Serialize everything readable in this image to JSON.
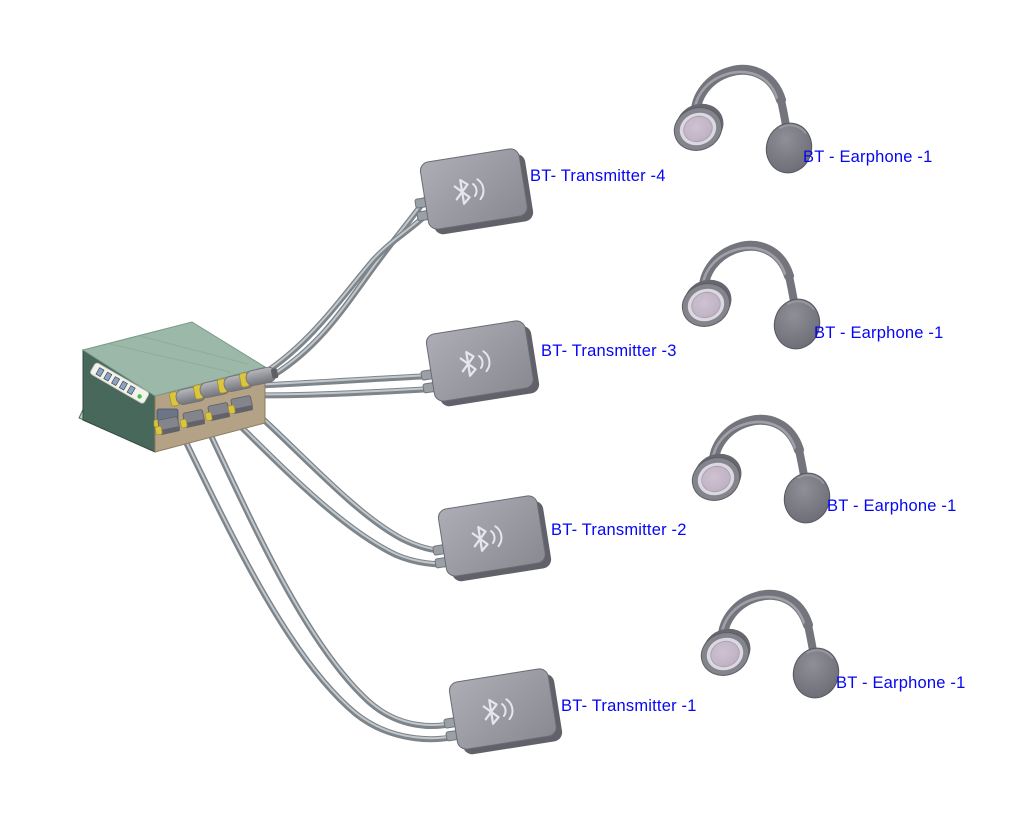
{
  "diagram": {
    "type": "bluetooth-audio-wiring-diagram",
    "background_color": "#ffffff",
    "label_color": "#0606f2",
    "hub": {
      "name": "audio-distribution-box",
      "connector_pairs": 4
    },
    "transmitters": [
      {
        "id": "bt-transmitter-4",
        "label": "BT- Transmitter -4"
      },
      {
        "id": "bt-transmitter-3",
        "label": "BT- Transmitter -3"
      },
      {
        "id": "bt-transmitter-2",
        "label": "BT- Transmitter -2"
      },
      {
        "id": "bt-transmitter-1",
        "label": "BT- Transmitter -1"
      }
    ],
    "earphones": [
      {
        "id": "bt-earphone-top",
        "label": "BT - Earphone -1"
      },
      {
        "id": "bt-earphone-upper-mid",
        "label": "BT - Earphone -1"
      },
      {
        "id": "bt-earphone-lower-mid",
        "label": "BT - Earphone -1"
      },
      {
        "id": "bt-earphone-bottom",
        "label": "BT - Earphone -1"
      }
    ],
    "icons": {
      "bluetooth": "bluetooth-icon"
    },
    "colors": {
      "box_top": "#9cb8a8",
      "box_left_face": "#48685c",
      "box_right_face": "#b3a285",
      "flange": "#b8cfc0",
      "transmitter_body": "#98989f",
      "cable": "#858c91",
      "earphone_body": "#74747c",
      "earphone_driver": "#c6b9ca",
      "connector_ring": "#d9c53f"
    }
  }
}
